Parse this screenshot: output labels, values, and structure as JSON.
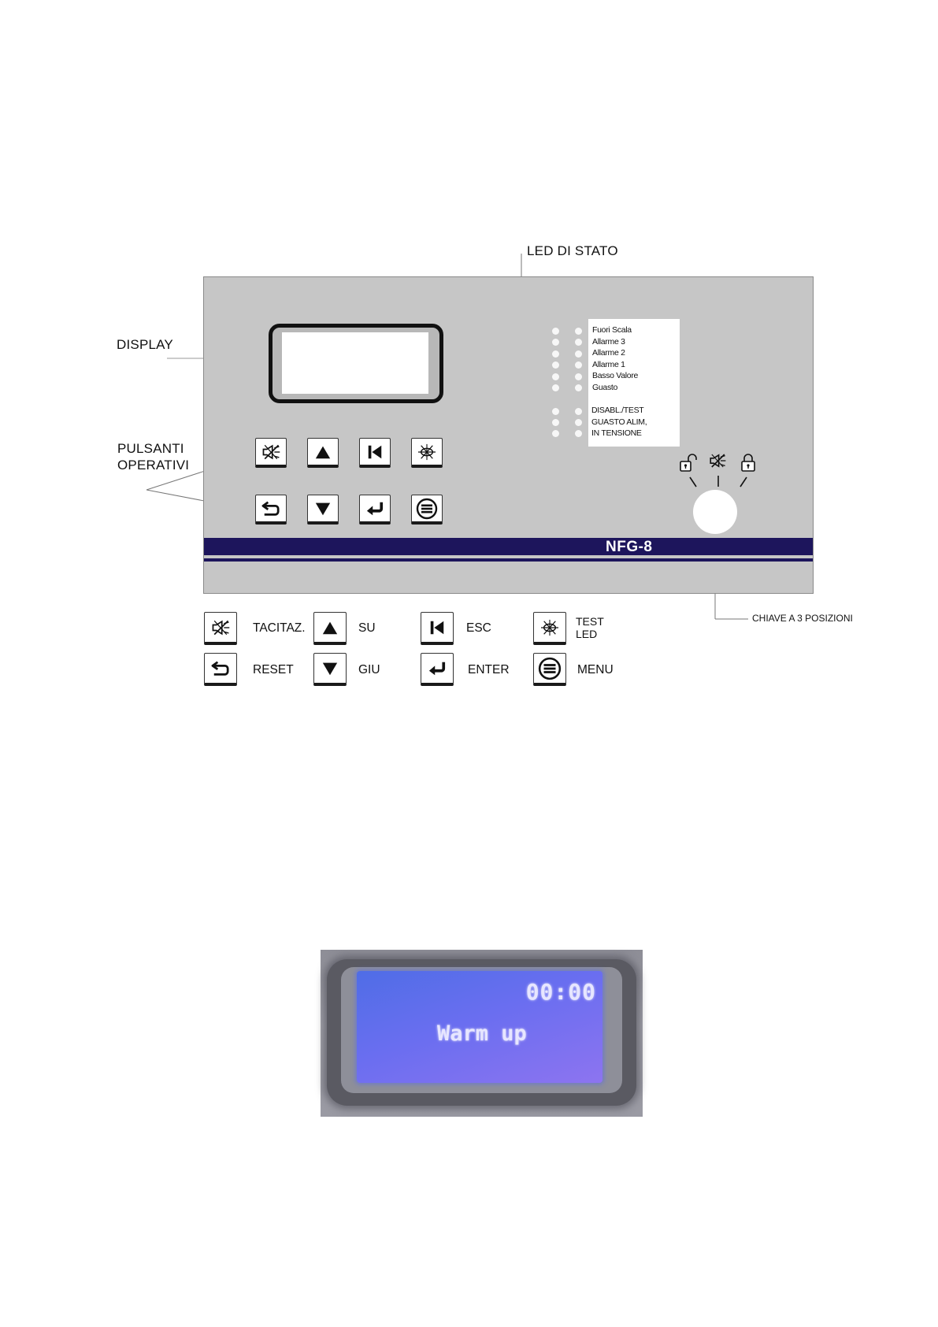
{
  "callouts": {
    "led_status": "LED DI STATO",
    "display": "DISPLAY",
    "buttons_line1": "PULSANTI",
    "buttons_line2": "OPERATIVI",
    "key": "CHIAVE A 3 POSIZIONI"
  },
  "panel": {
    "model": "NFG-8",
    "led_labels_group1": [
      "Fuori Scala",
      "Allarme 3",
      "Allarme 2",
      "Allarme 1",
      "Basso Valore",
      "Guasto"
    ],
    "led_labels_group2": [
      "DISABL./TEST",
      "GUASTO ALIM,",
      "IN TENSIONE"
    ],
    "key_positions": [
      "unlocked-padlock-icon",
      "silence-icon",
      "locked-padlock-icon"
    ]
  },
  "buttons": [
    {
      "icon": "silence-icon",
      "label": "TACITAZ."
    },
    {
      "icon": "arrow-up-icon",
      "label": "SU"
    },
    {
      "icon": "skip-back-icon",
      "label": "ESC"
    },
    {
      "icon": "led-test-icon",
      "label_line1": "TEST",
      "label_line2": "LED"
    },
    {
      "icon": "reset-icon",
      "label": "RESET"
    },
    {
      "icon": "arrow-down-icon",
      "label": "GIU"
    },
    {
      "icon": "enter-icon",
      "label": "ENTER"
    },
    {
      "icon": "menu-icon",
      "label": "MENU"
    }
  ],
  "lcd": {
    "time": "00:00",
    "message": "Warm up"
  },
  "colors": {
    "panel": "#c6c6c6",
    "stripe": "#1d155c",
    "lcd": "#6a6ef0"
  }
}
